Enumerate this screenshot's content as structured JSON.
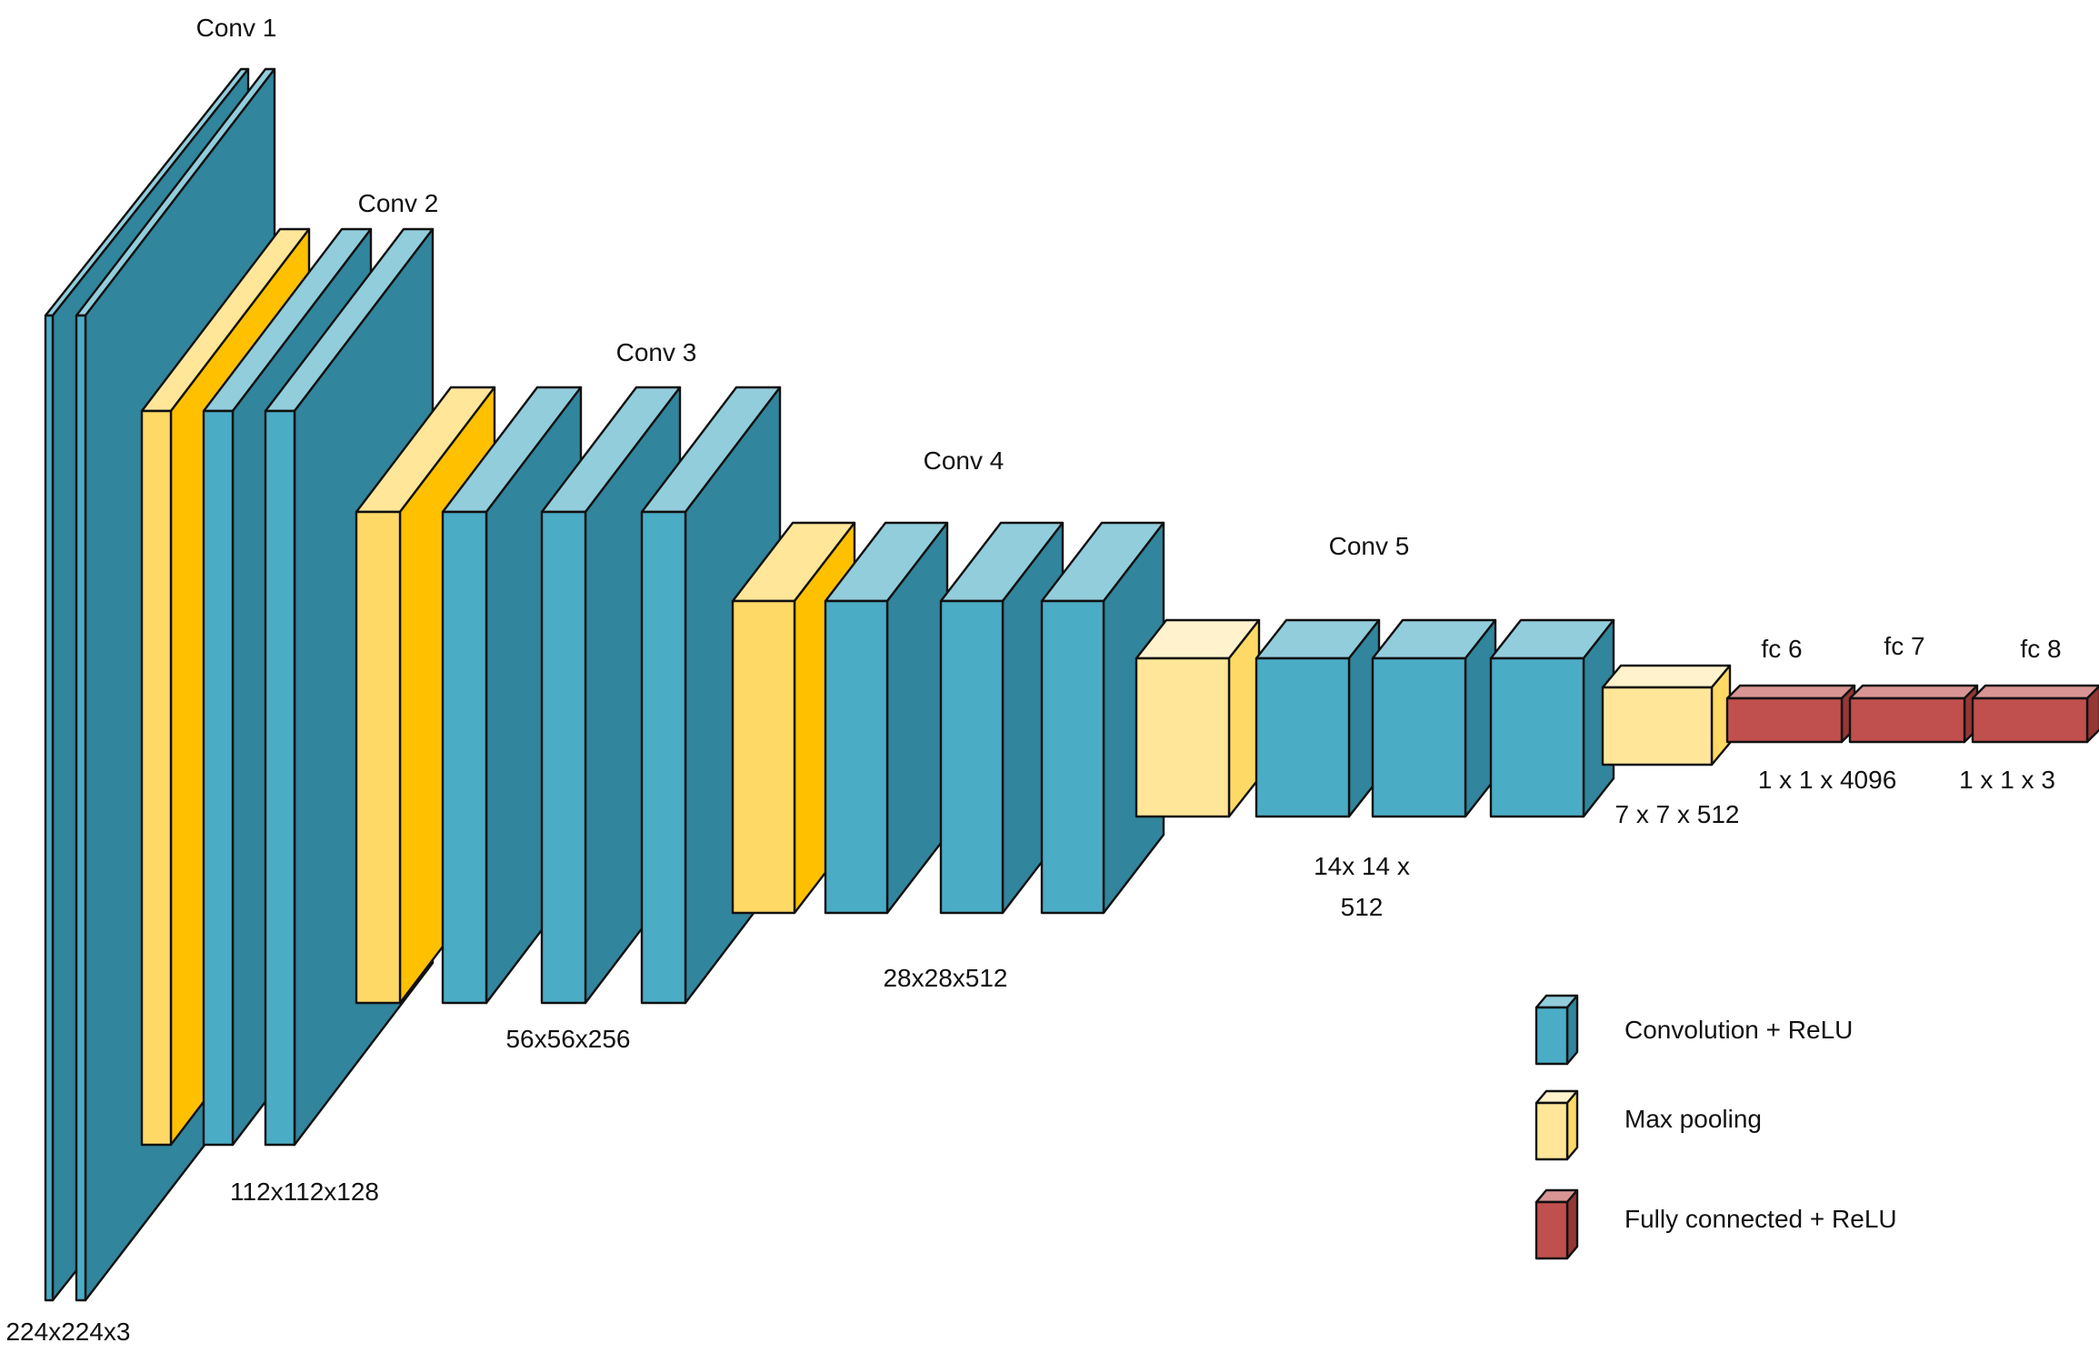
{
  "colors": {
    "conv": {
      "front": "#4BACC6",
      "top": "#92CDDC",
      "side": "#31859C"
    },
    "pool": {
      "front": "#FFE699",
      "top": "#FFF2CC",
      "side": "#FFD966"
    },
    "pool_dark": {
      "front": "#FFD966",
      "top": "#FFE699",
      "side": "#FFC000"
    },
    "fc": {
      "front": "#C0504D",
      "top": "#D99594",
      "side": "#953735"
    }
  },
  "labels": {
    "conv1": "Conv 1",
    "conv2": "Conv 2",
    "conv3": "Conv 3",
    "conv4": "Conv 4",
    "conv5": "Conv 5",
    "fc6": "fc 6",
    "fc7": "fc 7",
    "fc8": "fc 8",
    "dim_224": "224x224x3",
    "dim_112": "112x112x128",
    "dim_56": "56x56x256",
    "dim_28": "28x28x512",
    "dim_14_line1": "14x 14 x",
    "dim_14_line2": "512",
    "dim_7": "7 x 7 x 512",
    "dim_4096": "1 x 1 x 4096",
    "dim_3": "1 x 1 x 3"
  },
  "legend": [
    {
      "label": "Convolution + ReLU",
      "type": "conv"
    },
    {
      "label": "Max pooling",
      "type": "pool"
    },
    {
      "label": "Fully connected + ReLU",
      "type": "fc"
    }
  ]
}
